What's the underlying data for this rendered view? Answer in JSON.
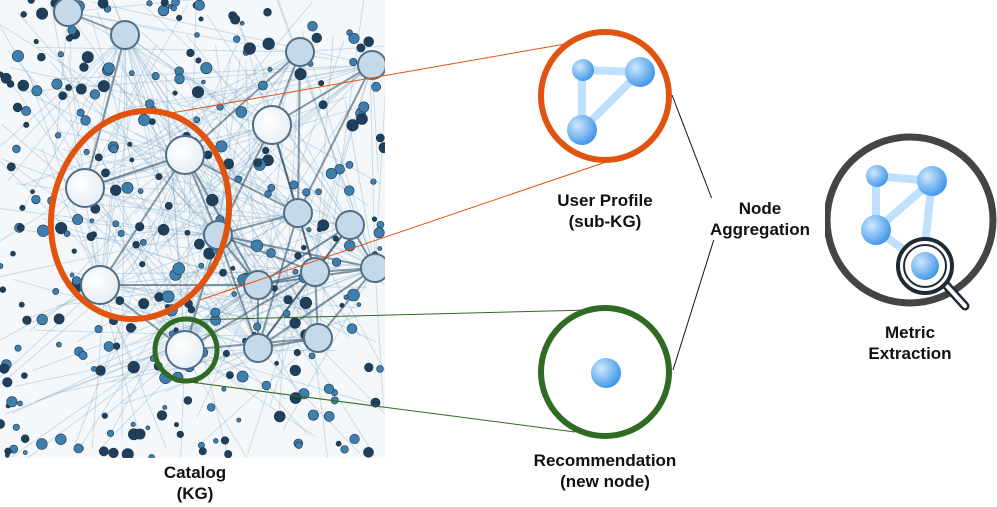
{
  "labels": {
    "catalog": {
      "line1": "Catalog",
      "line2": "(KG)"
    },
    "user_profile": {
      "line1": "User Profile",
      "line2": "(sub-KG)"
    },
    "node_aggregation": {
      "line1": "Node",
      "line2": "Aggregation"
    },
    "recommendation": {
      "line1": "Recommendation",
      "line2": "(new node)"
    },
    "metric_extraction": {
      "line1": "Metric",
      "line2": "Extraction"
    }
  },
  "colors": {
    "profile_ring": "#e0540f",
    "recommendation_ring": "#2f6b22",
    "metric_ring": "#444444",
    "node_fill": "#6ab4f0",
    "kg_edge": "#6f9fbf",
    "kg_node_dark": "#2d5f86"
  },
  "icons": [
    "magnifier-icon"
  ]
}
